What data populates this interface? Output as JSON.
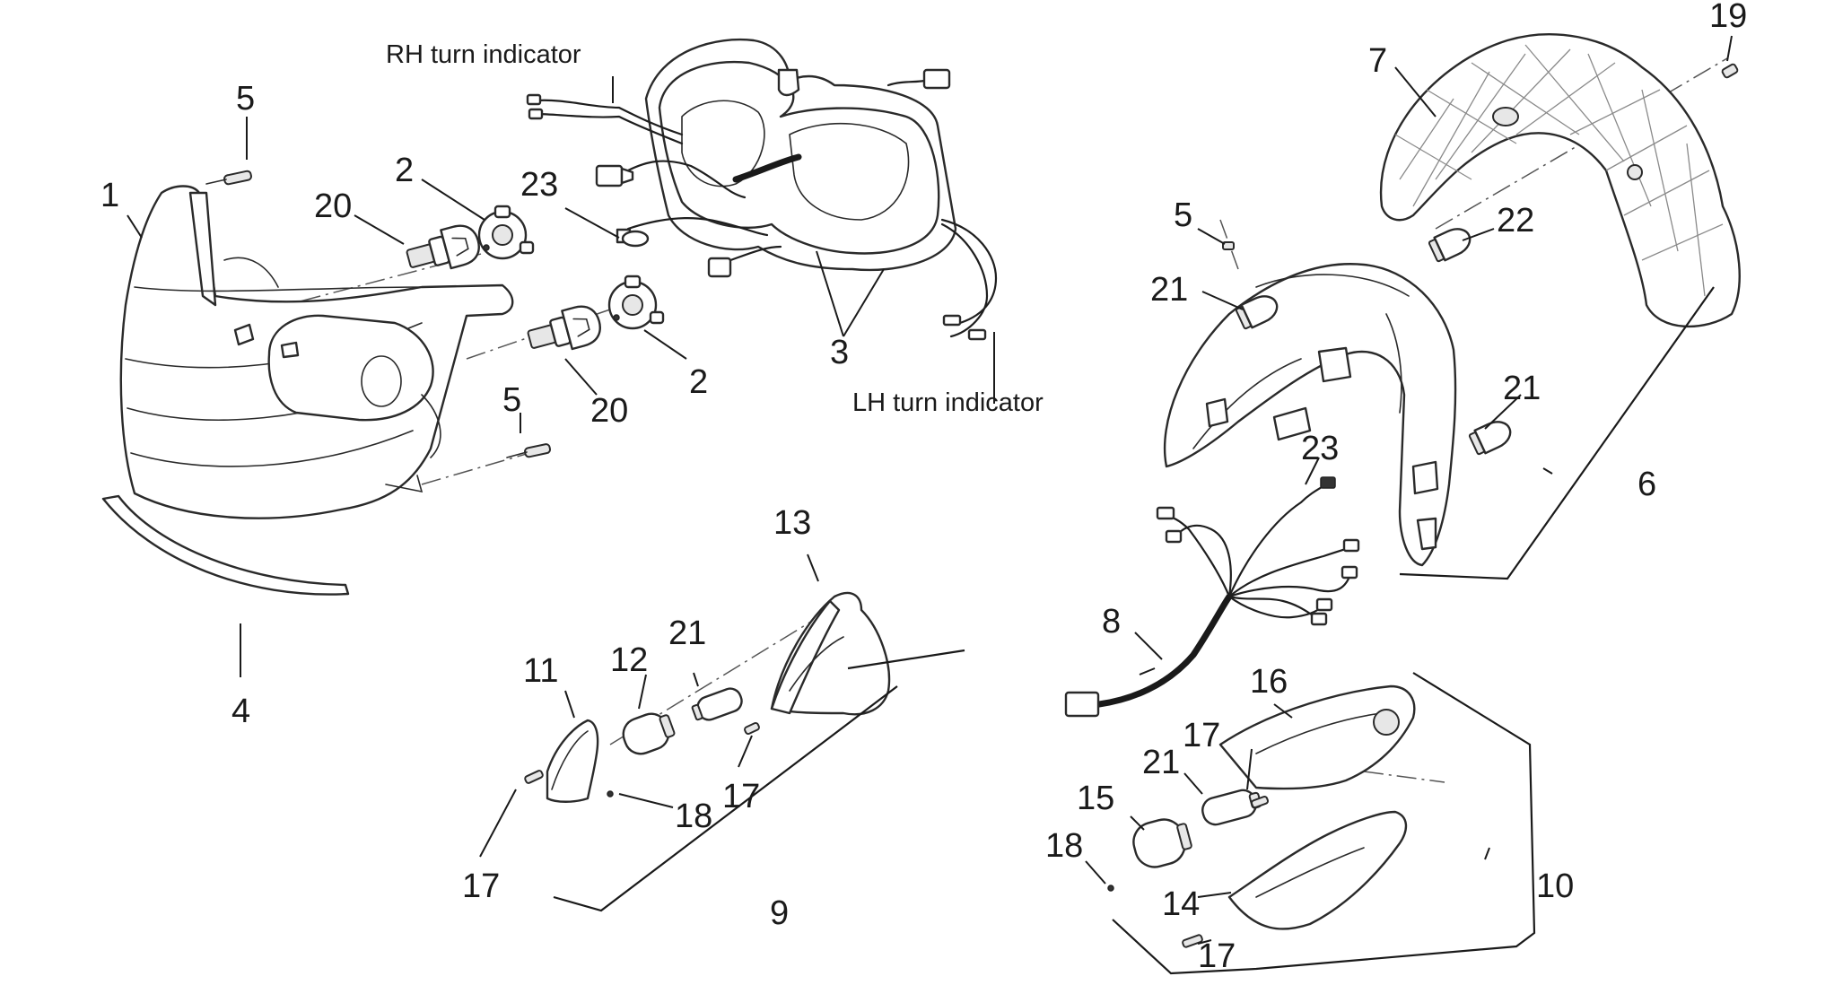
{
  "annotations": {
    "rh_turn_indicator": "RH turn indicator",
    "lh_turn_indicator": "LH turn indicator"
  },
  "callouts": [
    {
      "id": "c-1",
      "label": "1"
    },
    {
      "id": "c-2a",
      "label": "2"
    },
    {
      "id": "c-2b",
      "label": "2"
    },
    {
      "id": "c-3",
      "label": "3"
    },
    {
      "id": "c-4",
      "label": "4"
    },
    {
      "id": "c-5a",
      "label": "5"
    },
    {
      "id": "c-5b",
      "label": "5"
    },
    {
      "id": "c-5c",
      "label": "5"
    },
    {
      "id": "c-6",
      "label": "6"
    },
    {
      "id": "c-7",
      "label": "7"
    },
    {
      "id": "c-8",
      "label": "8"
    },
    {
      "id": "c-9",
      "label": "9"
    },
    {
      "id": "c-10",
      "label": "10"
    },
    {
      "id": "c-11",
      "label": "11"
    },
    {
      "id": "c-12",
      "label": "12"
    },
    {
      "id": "c-13",
      "label": "13"
    },
    {
      "id": "c-14",
      "label": "14"
    },
    {
      "id": "c-15",
      "label": "15"
    },
    {
      "id": "c-16",
      "label": "16"
    },
    {
      "id": "c-17a",
      "label": "17"
    },
    {
      "id": "c-17b",
      "label": "17"
    },
    {
      "id": "c-17c",
      "label": "17"
    },
    {
      "id": "c-17d",
      "label": "17"
    },
    {
      "id": "c-18a",
      "label": "18"
    },
    {
      "id": "c-18b",
      "label": "18"
    },
    {
      "id": "c-19",
      "label": "19"
    },
    {
      "id": "c-20a",
      "label": "20"
    },
    {
      "id": "c-20b",
      "label": "20"
    },
    {
      "id": "c-21a",
      "label": "21"
    },
    {
      "id": "c-21b",
      "label": "21"
    },
    {
      "id": "c-21c",
      "label": "21"
    },
    {
      "id": "c-21d",
      "label": "21"
    },
    {
      "id": "c-22",
      "label": "22"
    },
    {
      "id": "c-23a",
      "label": "23"
    },
    {
      "id": "c-23b",
      "label": "23"
    }
  ]
}
